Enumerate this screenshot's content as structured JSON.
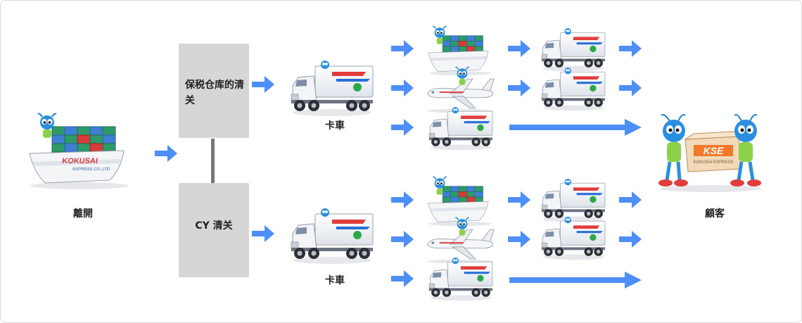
{
  "nodes": {
    "departure_label": "離開",
    "bonded_box_text": "保税仓库的清关",
    "cy_box_text": "CY 清关",
    "truck_label_top": "卡車",
    "truck_label_bottom": "卡車",
    "customer_label": "顧客"
  },
  "logos": {
    "ship_brand": "KOKUSAI",
    "ship_subtitle": "EXPRESS CO.,LTD",
    "box_brand": "KSE",
    "box_subtitle": "KOKUSAI EXPRESS"
  },
  "colors": {
    "arrow": "#4d8ef7",
    "box_fill": "#d6d6d6",
    "connector": "#777777",
    "mascot": "#2a8fe0",
    "container_green": "#2e9a6a",
    "container_blue": "#3f7fd1",
    "container_red": "#d93a3a",
    "kse_orange": "#f07a2a"
  }
}
